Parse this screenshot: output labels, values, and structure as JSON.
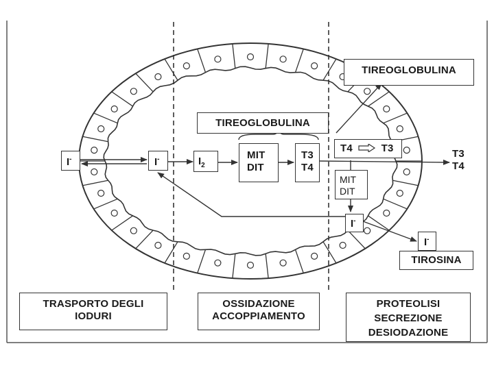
{
  "labels": {
    "tireoglobulina_top": "TIREOGLOBULINA",
    "tireoglobulina_mid": "TIREOGLOBULINA",
    "iodide_base": "I",
    "iodide_charge": "-",
    "i2_base": "I",
    "i2_sub": "2",
    "mit": "MIT",
    "dit": "DIT",
    "t3": "T3",
    "t4": "T4",
    "t4_conv": "T4",
    "t3_conv": "T3",
    "t3_out": "T3",
    "t4_out": "T4",
    "mit2": "MIT",
    "dit2": "DIT",
    "tirosina": "TIROSINA"
  },
  "phases": {
    "transport": [
      "TRASPORTO DEGLI",
      "IODURI"
    ],
    "oxidation": [
      "OSSIDAZIONE",
      "ACCOPPIAMENTO"
    ],
    "proteolysis": [
      "PROTEOLISI",
      "SECREZIONE",
      "DESIODAZIONE"
    ]
  },
  "colors": {
    "line": "#333333",
    "text": "#1a1a1a"
  }
}
